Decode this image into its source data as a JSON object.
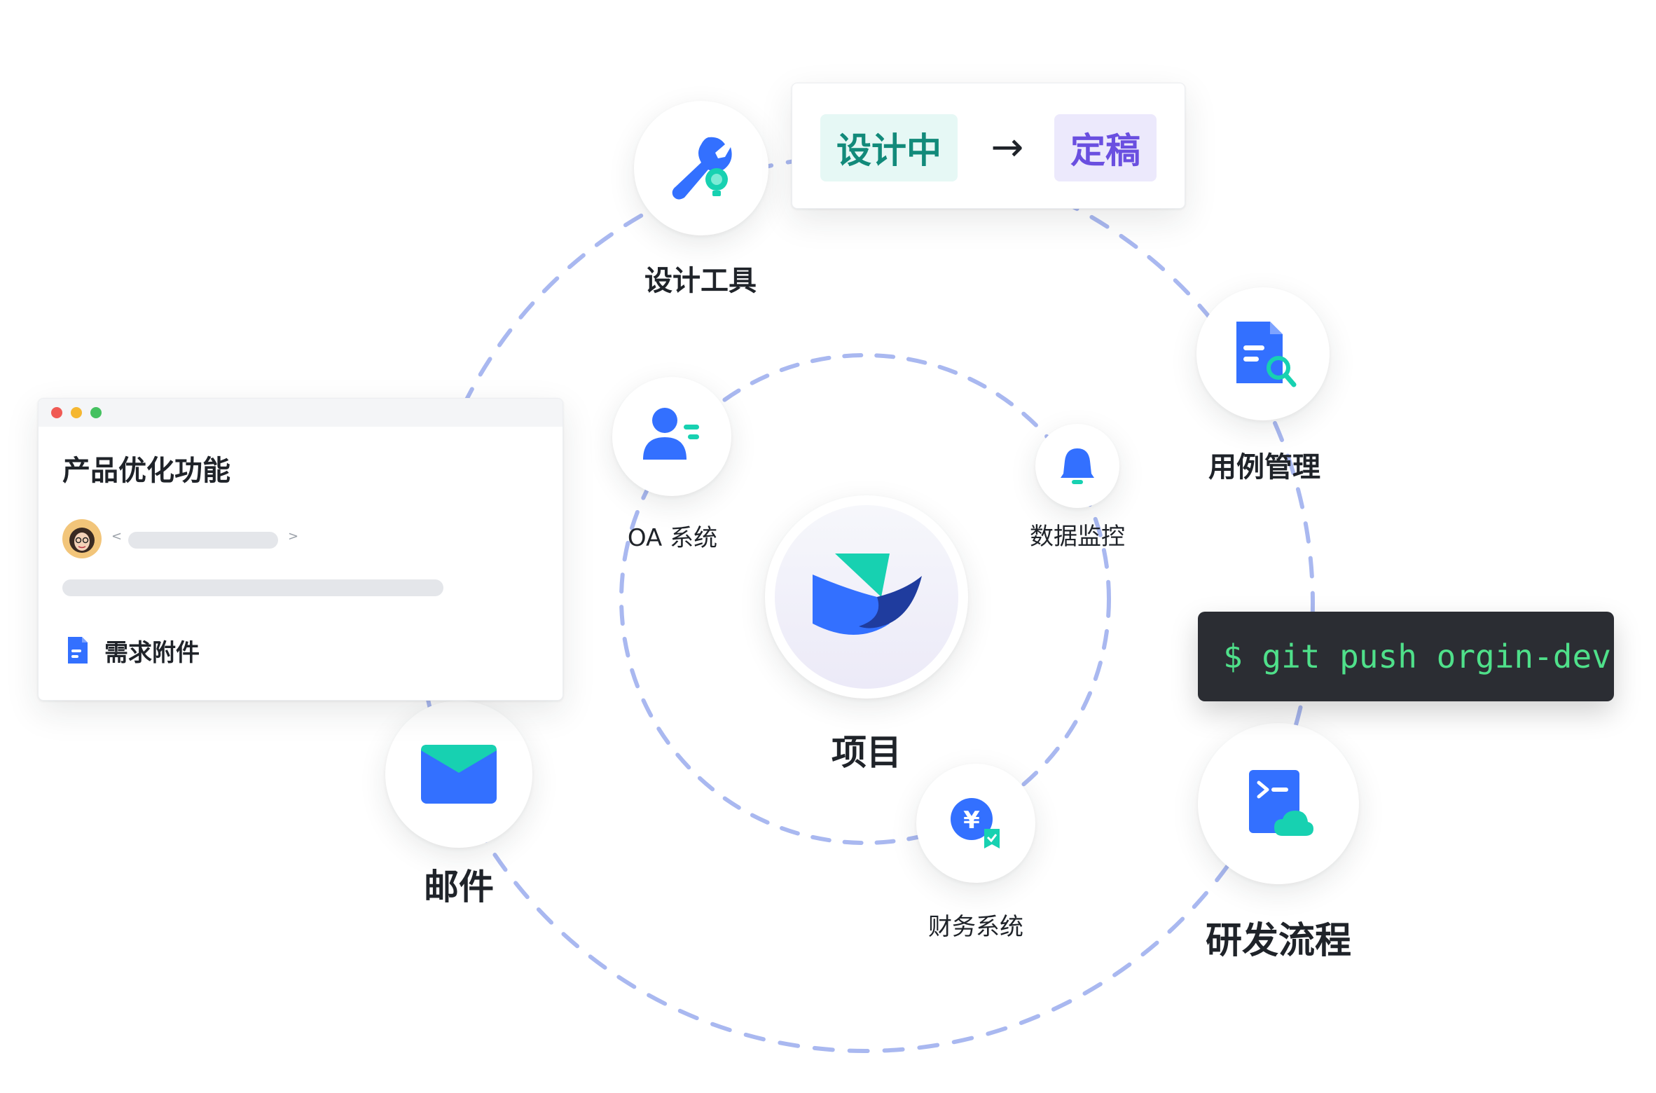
{
  "center": {
    "label": "项目",
    "icon": "project-bird-logo-icon"
  },
  "inner_nodes": [
    {
      "id": "oa",
      "label": "OA 系统",
      "icon": "user-icon"
    },
    {
      "id": "monitor",
      "label": "数据监控",
      "icon": "bell-icon"
    },
    {
      "id": "finance",
      "label": "财务系统",
      "icon": "yen-coin-icon"
    }
  ],
  "outer_nodes": [
    {
      "id": "design",
      "label": "设计工具",
      "icon": "wrench-lightbulb-icon"
    },
    {
      "id": "testcase",
      "label": "用例管理",
      "icon": "document-search-icon"
    },
    {
      "id": "devflow",
      "label": "研发流程",
      "icon": "terminal-cloud-icon"
    },
    {
      "id": "mail",
      "label": "邮件",
      "icon": "envelope-icon"
    }
  ],
  "status_card": {
    "from": "设计中",
    "to": "定稿",
    "arrow": "→"
  },
  "terminal": {
    "command": "$ git push orgin-dev"
  },
  "task_card": {
    "title": "产品优化功能",
    "attachment_label": "需求附件",
    "nav_prev": "<",
    "nav_next": ">"
  },
  "colors": {
    "orbit": "#a9b8f0",
    "primary": "#3370ff",
    "accent": "#17d1b1",
    "status_from_bg": "#e6f8f5",
    "status_from_fg": "#128a7a",
    "status_to_bg": "#ece9fc",
    "status_to_fg": "#6a4fe0",
    "terminal_text": "#4fe08a"
  }
}
